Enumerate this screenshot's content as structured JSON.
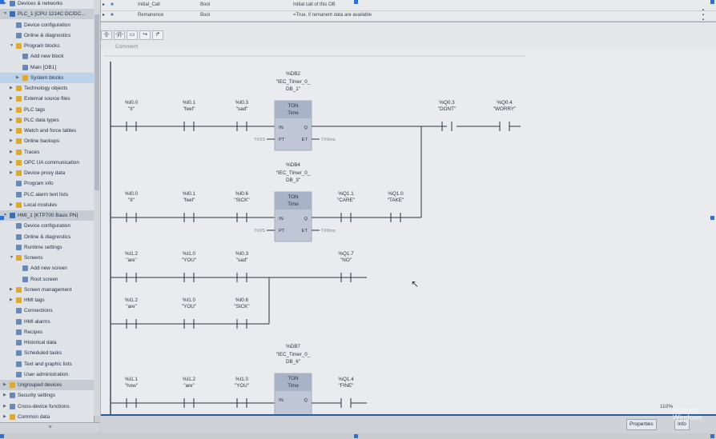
{
  "tree": {
    "items": [
      {
        "label": "Devices & networks",
        "level": 0,
        "icon": "network-icon",
        "kind": "normal"
      },
      {
        "label": "PLC_1 [CPU 1214C DC/DC...",
        "level": 0,
        "icon": "plc-icon",
        "kind": "group"
      },
      {
        "label": "Device configuration",
        "level": 1,
        "icon": "device-config-icon",
        "kind": "normal"
      },
      {
        "label": "Online & diagnostics",
        "level": 1,
        "icon": "diagnostics-icon",
        "kind": "normal"
      },
      {
        "label": "Program blocks",
        "level": 1,
        "icon": "folder-icon",
        "kind": "normal"
      },
      {
        "label": "Add new block",
        "level": 2,
        "icon": "add-block-icon",
        "kind": "normal"
      },
      {
        "label": "Main [OB1]",
        "level": 2,
        "icon": "ob-icon",
        "kind": "normal"
      },
      {
        "label": "System blocks",
        "level": 2,
        "icon": "folder-icon",
        "kind": "selected"
      },
      {
        "label": "Technology objects",
        "level": 1,
        "icon": "folder-icon",
        "kind": "normal"
      },
      {
        "label": "External source files",
        "level": 1,
        "icon": "folder-icon",
        "kind": "normal"
      },
      {
        "label": "PLC tags",
        "level": 1,
        "icon": "folder-icon",
        "kind": "normal"
      },
      {
        "label": "PLC data types",
        "level": 1,
        "icon": "folder-icon",
        "kind": "normal"
      },
      {
        "label": "Watch and force tables",
        "level": 1,
        "icon": "folder-icon",
        "kind": "normal"
      },
      {
        "label": "Online backups",
        "level": 1,
        "icon": "folder-icon",
        "kind": "normal"
      },
      {
        "label": "Traces",
        "level": 1,
        "icon": "folder-icon",
        "kind": "normal"
      },
      {
        "label": "OPC UA communication",
        "level": 1,
        "icon": "folder-icon",
        "kind": "normal"
      },
      {
        "label": "Device proxy data",
        "level": 1,
        "icon": "folder-icon",
        "kind": "normal"
      },
      {
        "label": "Program info",
        "level": 1,
        "icon": "info-icon",
        "kind": "normal"
      },
      {
        "label": "PLC alarm text lists",
        "level": 1,
        "icon": "list-icon",
        "kind": "normal"
      },
      {
        "label": "Local modules",
        "level": 1,
        "icon": "folder-icon",
        "kind": "normal"
      },
      {
        "label": "HMI_1 [KTP700 Basic PN]",
        "level": 0,
        "icon": "hmi-icon",
        "kind": "group"
      },
      {
        "label": "Device configuration",
        "level": 1,
        "icon": "device-config-icon",
        "kind": "normal"
      },
      {
        "label": "Online & diagnostics",
        "level": 1,
        "icon": "diagnostics-icon",
        "kind": "normal"
      },
      {
        "label": "Runtime settings",
        "level": 1,
        "icon": "settings-icon",
        "kind": "normal"
      },
      {
        "label": "Screens",
        "level": 1,
        "icon": "folder-icon",
        "kind": "normal"
      },
      {
        "label": "Add new screen",
        "level": 2,
        "icon": "add-screen-icon",
        "kind": "normal"
      },
      {
        "label": "Root screen",
        "level": 2,
        "icon": "screen-icon",
        "kind": "normal"
      },
      {
        "label": "Screen management",
        "level": 1,
        "icon": "folder-icon",
        "kind": "normal"
      },
      {
        "label": "HMI tags",
        "level": 1,
        "icon": "folder-icon",
        "kind": "normal"
      },
      {
        "label": "Connections",
        "level": 1,
        "icon": "connection-icon",
        "kind": "normal"
      },
      {
        "label": "HMI alarms",
        "level": 1,
        "icon": "alarm-icon",
        "kind": "normal"
      },
      {
        "label": "Recipes",
        "level": 1,
        "icon": "recipe-icon",
        "kind": "normal"
      },
      {
        "label": "Historical data",
        "level": 1,
        "icon": "history-icon",
        "kind": "normal"
      },
      {
        "label": "Scheduled tasks",
        "level": 1,
        "icon": "clock-icon",
        "kind": "normal"
      },
      {
        "label": "Text and graphic lists",
        "level": 1,
        "icon": "list-icon",
        "kind": "normal"
      },
      {
        "label": "User administration",
        "level": 1,
        "icon": "user-icon",
        "kind": "normal"
      },
      {
        "label": "Ungrouped devices",
        "level": 0,
        "icon": "folder-icon",
        "kind": "group"
      },
      {
        "label": "Security settings",
        "level": 0,
        "icon": "security-icon",
        "kind": "normal"
      },
      {
        "label": "Cross-device functions",
        "level": 0,
        "icon": "cross-device-icon",
        "kind": "normal"
      },
      {
        "label": "Common data",
        "level": 0,
        "icon": "folder-icon",
        "kind": "normal"
      }
    ]
  },
  "interface_rows": [
    {
      "name": "Initial_Call",
      "type": "Bool",
      "comment": "Initial call of this OB"
    },
    {
      "name": "Remanence",
      "type": "Bool",
      "comment": "=True, if remanent data are available"
    }
  ],
  "toolbar": {
    "buttons": [
      "-||-",
      "-|/|-",
      "▭",
      "↪",
      "↱"
    ]
  },
  "editor": {
    "comment_label": "Comment"
  },
  "networks": [
    {
      "id": "net1",
      "contacts": [
        {
          "addr": "%I0.0",
          "tag": "\"II\""
        },
        {
          "addr": "%I0.1",
          "tag": "\"feel\""
        },
        {
          "addr": "%I0.3",
          "tag": "\"sad\""
        }
      ],
      "timer": {
        "db": "%DB2",
        "instance1": "\"IEC_Timer_0_",
        "instance2": "DB_1\"",
        "type": "TON",
        "subtype": "Time",
        "pt": "T#2S",
        "et": "T#0ms",
        "pins": {
          "in": "IN",
          "q": "Q",
          "pt": "PT",
          "et": "ET"
        }
      },
      "coils": [
        {
          "addr": "%Q0.3",
          "tag": "\"DONT\""
        },
        {
          "addr": "%Q0.4",
          "tag": "\"WORRY\""
        }
      ]
    },
    {
      "id": "net2",
      "contacts": [
        {
          "addr": "%I0.0",
          "tag": "\"II\""
        },
        {
          "addr": "%I0.1",
          "tag": "\"feel\""
        },
        {
          "addr": "%I0.6",
          "tag": "\"SICK\""
        }
      ],
      "timer": {
        "db": "%DB4",
        "instance1": "\"IEC_Timer_0_",
        "instance2": "DB_3\"",
        "type": "TON",
        "subtype": "Time",
        "pt": "T#2S",
        "et": "T#0ms",
        "pins": {
          "in": "IN",
          "q": "Q",
          "pt": "PT",
          "et": "ET"
        }
      },
      "coils": [
        {
          "addr": "%Q1.1",
          "tag": "\"CARE\""
        },
        {
          "addr": "%Q1.0",
          "tag": "\"TAKE\""
        }
      ]
    },
    {
      "id": "net3",
      "contacts": [
        {
          "addr": "%I1.2",
          "tag": "\"are\""
        },
        {
          "addr": "%I1.0",
          "tag": "\"YOU\""
        },
        {
          "addr": "%I0.3",
          "tag": "\"sad\""
        }
      ],
      "coils": [
        {
          "addr": "%Q1.7",
          "tag": "\"NO\""
        }
      ]
    },
    {
      "id": "net3b",
      "contacts": [
        {
          "addr": "%I1.2",
          "tag": "\"are\""
        },
        {
          "addr": "%I1.0",
          "tag": "\"YOU\""
        },
        {
          "addr": "%I0.6",
          "tag": "\"SICK\""
        }
      ]
    },
    {
      "id": "net4",
      "contacts": [
        {
          "addr": "%I1.1",
          "tag": "\"how\""
        },
        {
          "addr": "%I1.2",
          "tag": "\"are\""
        },
        {
          "addr": "%I1.0",
          "tag": "\"YOU\""
        }
      ],
      "timer": {
        "db": "%DB7",
        "instance1": "\"IEC_Timer_0_",
        "instance2": "DB_6\"",
        "type": "TON",
        "subtype": "Time",
        "pins": {
          "in": "IN",
          "q": "Q"
        }
      },
      "coils": [
        {
          "addr": "%Q1.4",
          "tag": "\"FINE\""
        }
      ]
    }
  ],
  "status": {
    "zoom": "110%",
    "watermark": "Activate Windows",
    "tab_properties": "Properties",
    "tab_info": "Info"
  }
}
